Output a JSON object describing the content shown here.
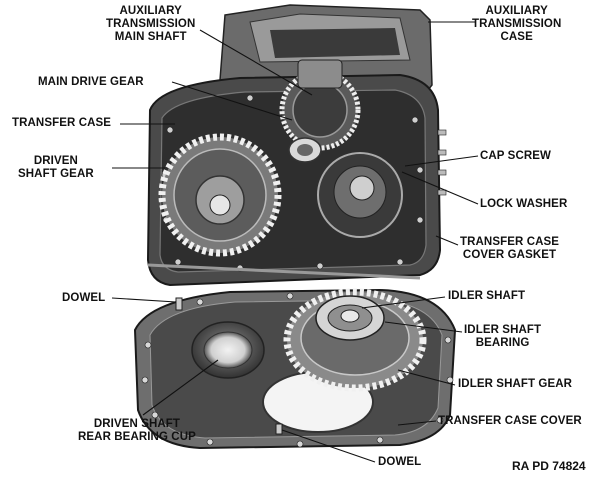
{
  "labels": {
    "aux_main_shaft": [
      "AUXILIARY",
      "TRANSMISSION",
      "MAIN SHAFT"
    ],
    "aux_case": [
      "AUXILIARY",
      "TRANSMISSION",
      "CASE"
    ],
    "main_drive_gear": "MAIN DRIVE GEAR",
    "transfer_case": "TRANSFER CASE",
    "driven_shaft_gear": [
      "DRIVEN",
      "SHAFT GEAR"
    ],
    "cap_screw": "CAP SCREW",
    "lock_washer": "LOCK WASHER",
    "cover_gasket": [
      "TRANSFER CASE",
      "COVER GASKET"
    ],
    "dowel_top": "DOWEL",
    "idler_shaft": "IDLER SHAFT",
    "idler_shaft_bearing": [
      "IDLER SHAFT",
      "BEARING"
    ],
    "idler_shaft_gear": "IDLER SHAFT GEAR",
    "driven_shaft_cup": [
      "DRIVEN SHAFT",
      "REAR BEARING CUP"
    ],
    "transfer_case_cover": "TRANSFER CASE COVER",
    "dowel_bottom": "DOWEL"
  },
  "figure_id": "RA PD 74824"
}
